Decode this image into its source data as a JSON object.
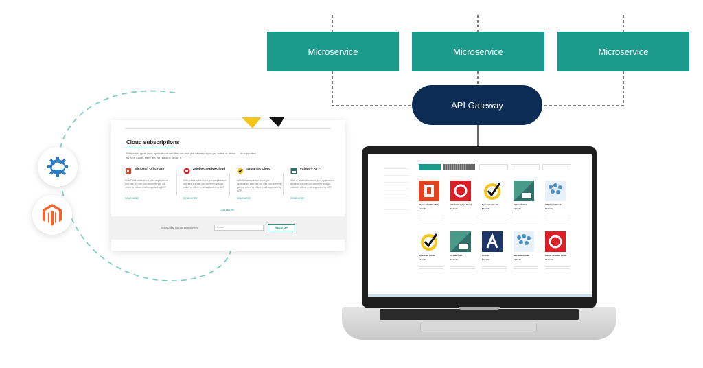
{
  "microservices": [
    "Microservice",
    "Microservice",
    "Microservice"
  ],
  "gateway": "API Gateway",
  "colors": {
    "microservice": "#1a9a8a",
    "gateway": "#0d2c53",
    "accent": "#1a9a8a"
  },
  "icons": [
    "cloud-gear-icon",
    "magento-icon"
  ],
  "cloud_card": {
    "title": "Cloud subscriptions",
    "intro": "With cloud apps, your applications and files are with you wherever you go, online or offline — all supported by ARP Cloud. Here are the reasons to use it.",
    "products": [
      {
        "name": "Microsoft Office 365",
        "desc": "With Office in the cloud, your applications and files are with you wherever you go, online or offline — all supported by ARP.",
        "more": "READ MORE"
      },
      {
        "name": "Adobe Creative Cloud",
        "desc": "With Adobe in the cloud, your applications and files are with you wherever you go, online or offline — all supported by ARP.",
        "more": "READ MORE"
      },
      {
        "name": "Symantec Cloud",
        "desc": "With Symantec in the cloud, your applications and files are with you wherever you go, online or offline — all supported by ARP.",
        "more": "READ MORE"
      },
      {
        "name": "vCloud® Air™",
        "desc": "With vCloud in the cloud, your applications and files are with you wherever you go, online or offline — all supported by ARP.",
        "more": "READ MORE"
      }
    ],
    "load_more": "LOAD MORE",
    "newsletter_label": "Subscribe to our newsletter",
    "email_placeholder": "E-mail",
    "signup": "SIGN UP"
  },
  "laptop_shop": {
    "tiles": [
      {
        "name": "Microsoft Office 365",
        "price": "€232.99"
      },
      {
        "name": "Adobe Creative Cloud",
        "price": "€232.99"
      },
      {
        "name": "Symantec Cloud",
        "price": "€232.99"
      },
      {
        "name": "vCloud® Air™",
        "price": "€232.99"
      },
      {
        "name": "IBM SmartCloud",
        "price": "€232.99"
      },
      {
        "name": "Symantec Cloud",
        "price": "€232.99"
      },
      {
        "name": "vCloud® Air™",
        "price": "€232.99"
      },
      {
        "name": "Acronis",
        "price": "€232.99"
      },
      {
        "name": "IBM SmartCloud",
        "price": "€232.99"
      },
      {
        "name": "Adobe Creative Cloud",
        "price": "€232.99"
      }
    ]
  }
}
